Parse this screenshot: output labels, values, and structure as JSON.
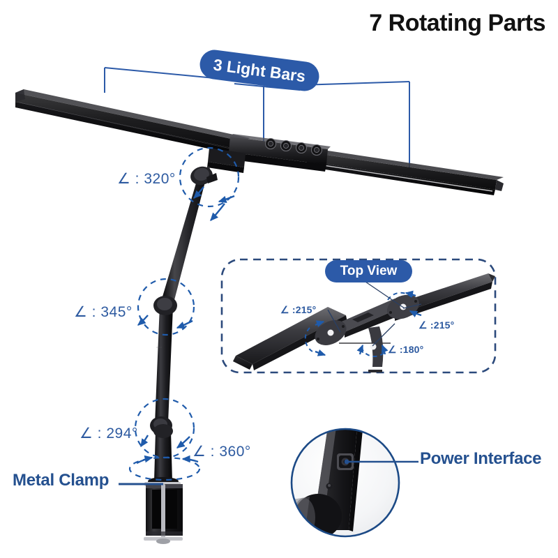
{
  "page": {
    "title": "7 Rotating Parts",
    "background_color": "#ffffff",
    "accent_blue": "#2c5aa8",
    "label_blue": "#2d5aa0",
    "callout_blue": "#24508f",
    "product": "LED desk lamp with clamp mount"
  },
  "callouts": {
    "light_bars": {
      "label": "3 Light Bars",
      "style": "pill"
    },
    "top_view": {
      "label": "Top View",
      "style": "pill"
    },
    "metal_clamp": {
      "label": "Metal Clamp",
      "style": "leader-line"
    },
    "power_interface": {
      "label": "Power Interface",
      "style": "leader-line"
    }
  },
  "angles": {
    "main_view": [
      {
        "id": "head-joint",
        "label": "∠ : 320°",
        "value": 320
      },
      {
        "id": "elbow-joint",
        "label": "∠ : 345°",
        "value": 345
      },
      {
        "id": "base-joint",
        "label": "∠ : 294°",
        "value": 294
      },
      {
        "id": "base-swivel",
        "label": "∠ : 360°",
        "value": 360
      }
    ],
    "top_view": [
      {
        "id": "left-bar-pivot",
        "label": "∠ :215°",
        "value": 215
      },
      {
        "id": "right-bar-pivot",
        "label": "∠ :215°",
        "value": 215
      },
      {
        "id": "center-pivot",
        "label": "∠ :180°",
        "value": 180
      }
    ]
  },
  "controls": {
    "touch_buttons": 4
  }
}
